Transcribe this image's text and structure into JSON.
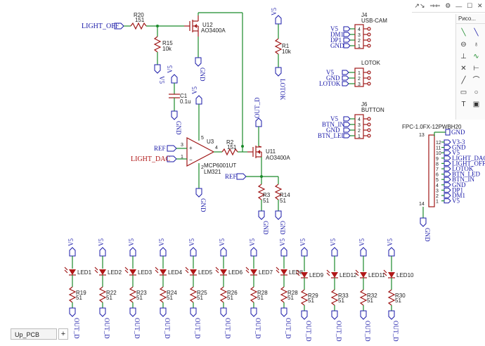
{
  "toolbar": {
    "items": [
      "↗↘",
      "⇒⇐",
      "⚙",
      "—",
      "☐",
      "✕"
    ]
  },
  "side_panel": {
    "title": "Рисо..."
  },
  "sheet": {
    "tab_label": "Up_PCB",
    "add_label": "+"
  },
  "nets": {
    "light_off": "LIGHT_OFF",
    "light_dac": "LIGHT_DAC",
    "ref": "REF",
    "v5": "V5",
    "gnd": "GND",
    "lotok": "LOTOK",
    "out_d": "OUT_D",
    "dm1": "DM1",
    "dp1": "DP1",
    "btn_in": "BTN_IN",
    "btn_led": "BTN_LED"
  },
  "parts": {
    "r20": {
      "ref": "R20",
      "value": "151"
    },
    "r15": {
      "ref": "R15",
      "value": "10k"
    },
    "r1": {
      "ref": "R1",
      "value": "10k"
    },
    "u12": {
      "ref": "U12",
      "value": "AO3400A"
    },
    "c1": {
      "ref": "C1",
      "value": "0.1u"
    },
    "u3": {
      "ref": "U3",
      "value1": "MCP6001UT",
      "value2": "LM321"
    },
    "r2": {
      "ref": "R2",
      "value": "151"
    },
    "u11": {
      "ref": "U11",
      "value": "AO3400A"
    },
    "r3": {
      "ref": "R3",
      "value": "51"
    },
    "r14": {
      "ref": "R14",
      "value": "51"
    },
    "j4": {
      "ref": "J4",
      "value": "USB-CAM"
    },
    "j_lotok": {
      "value": "LOTOK"
    },
    "j6": {
      "ref": "J6",
      "value": "BUTTON"
    },
    "fpc": {
      "value": "FPC-1.0FX-12PWBH20"
    }
  },
  "j4_pins": [
    "V5",
    "DM1",
    "DP1",
    "GND"
  ],
  "lotok_pins": [
    "V5",
    "GND",
    "LOTOK"
  ],
  "j6_pins": [
    "V5",
    "BTN_IN",
    "GND",
    "BTN_LED"
  ],
  "fpc_nets": [
    "V3-3",
    "GND",
    "V5",
    "LIGHT_DAC",
    "LIGHT_OFF",
    "LOTOK",
    "BTN_LED",
    "BTN_IN",
    "GND",
    "DP1",
    "DM1",
    "V5"
  ],
  "fpc_pins": [
    "12",
    "11",
    "10",
    "9",
    "8",
    "7",
    "6",
    "5",
    "4",
    "3",
    "2",
    "1"
  ],
  "op_pins": {
    "p3": "3",
    "p1": "1",
    "p4": "4",
    "p5": "5",
    "p2": "2"
  },
  "leds": [
    {
      "led": "LED1",
      "res": "R19",
      "val": "51"
    },
    {
      "led": "LED2",
      "res": "R22",
      "val": "51"
    },
    {
      "led": "LED3",
      "res": "R23",
      "val": "51"
    },
    {
      "led": "LED4",
      "res": "R24",
      "val": "51"
    },
    {
      "led": "LED5",
      "res": "R25",
      "val": "51"
    },
    {
      "led": "LED6",
      "res": "R26",
      "val": "51"
    },
    {
      "led": "LED7",
      "res": "R28",
      "val": "51"
    },
    {
      "led": "LED8",
      "res": "R28",
      "val": "51"
    },
    {
      "led": "LED9",
      "res": "R29",
      "val": "51"
    },
    {
      "led": "LED12",
      "res": "R33",
      "val": "51"
    },
    {
      "led": "LED11",
      "res": "R32",
      "val": "51"
    },
    {
      "led": "LED10",
      "res": "R30",
      "val": "51"
    }
  ],
  "colors": {
    "wire": "#1a8a2a",
    "part": "#a01818",
    "net": "#1a1aa8"
  }
}
